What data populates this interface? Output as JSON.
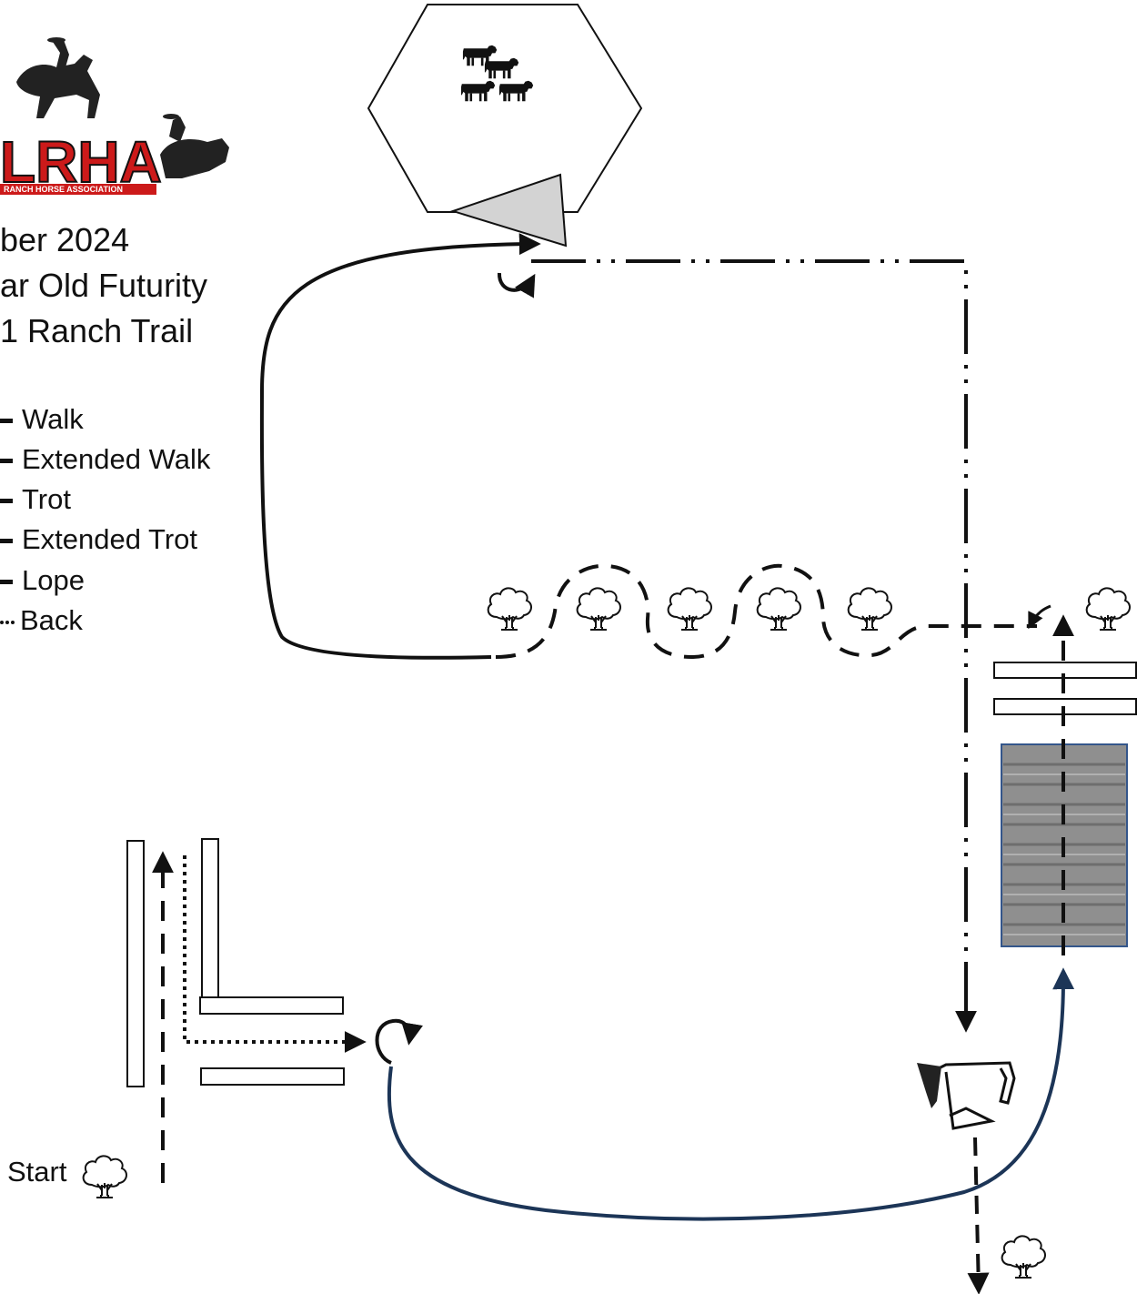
{
  "logo": {
    "text": "LRHA",
    "subtitle": "RANCH HORSE ASSOCIATION",
    "accent_color": "#cc1a1a"
  },
  "title": {
    "line1": "ber 2024",
    "line2": "ar Old Futurity",
    "line3": "1  Ranch Trail"
  },
  "legend": {
    "items": [
      {
        "label": "Walk",
        "style": "dash"
      },
      {
        "label": "Extended Walk",
        "style": "dash"
      },
      {
        "label": "Trot",
        "style": "dash"
      },
      {
        "label": "Extended Trot",
        "style": "dash"
      },
      {
        "label": "Lope",
        "style": "dash"
      },
      {
        "label": "Back",
        "style": "dots"
      }
    ]
  },
  "start": {
    "label": "Start"
  },
  "icons": {
    "tree": "tree-icon",
    "cattle": "cattle-herd-icon",
    "roping_dummy": "roping-dummy-icon",
    "water_box": "water-box-icon",
    "turn": "turn-arrow-icon"
  },
  "colors": {
    "path_navy": "#1c3557",
    "water_border": "#34568b",
    "gate_fill": "#d3d3d3"
  }
}
